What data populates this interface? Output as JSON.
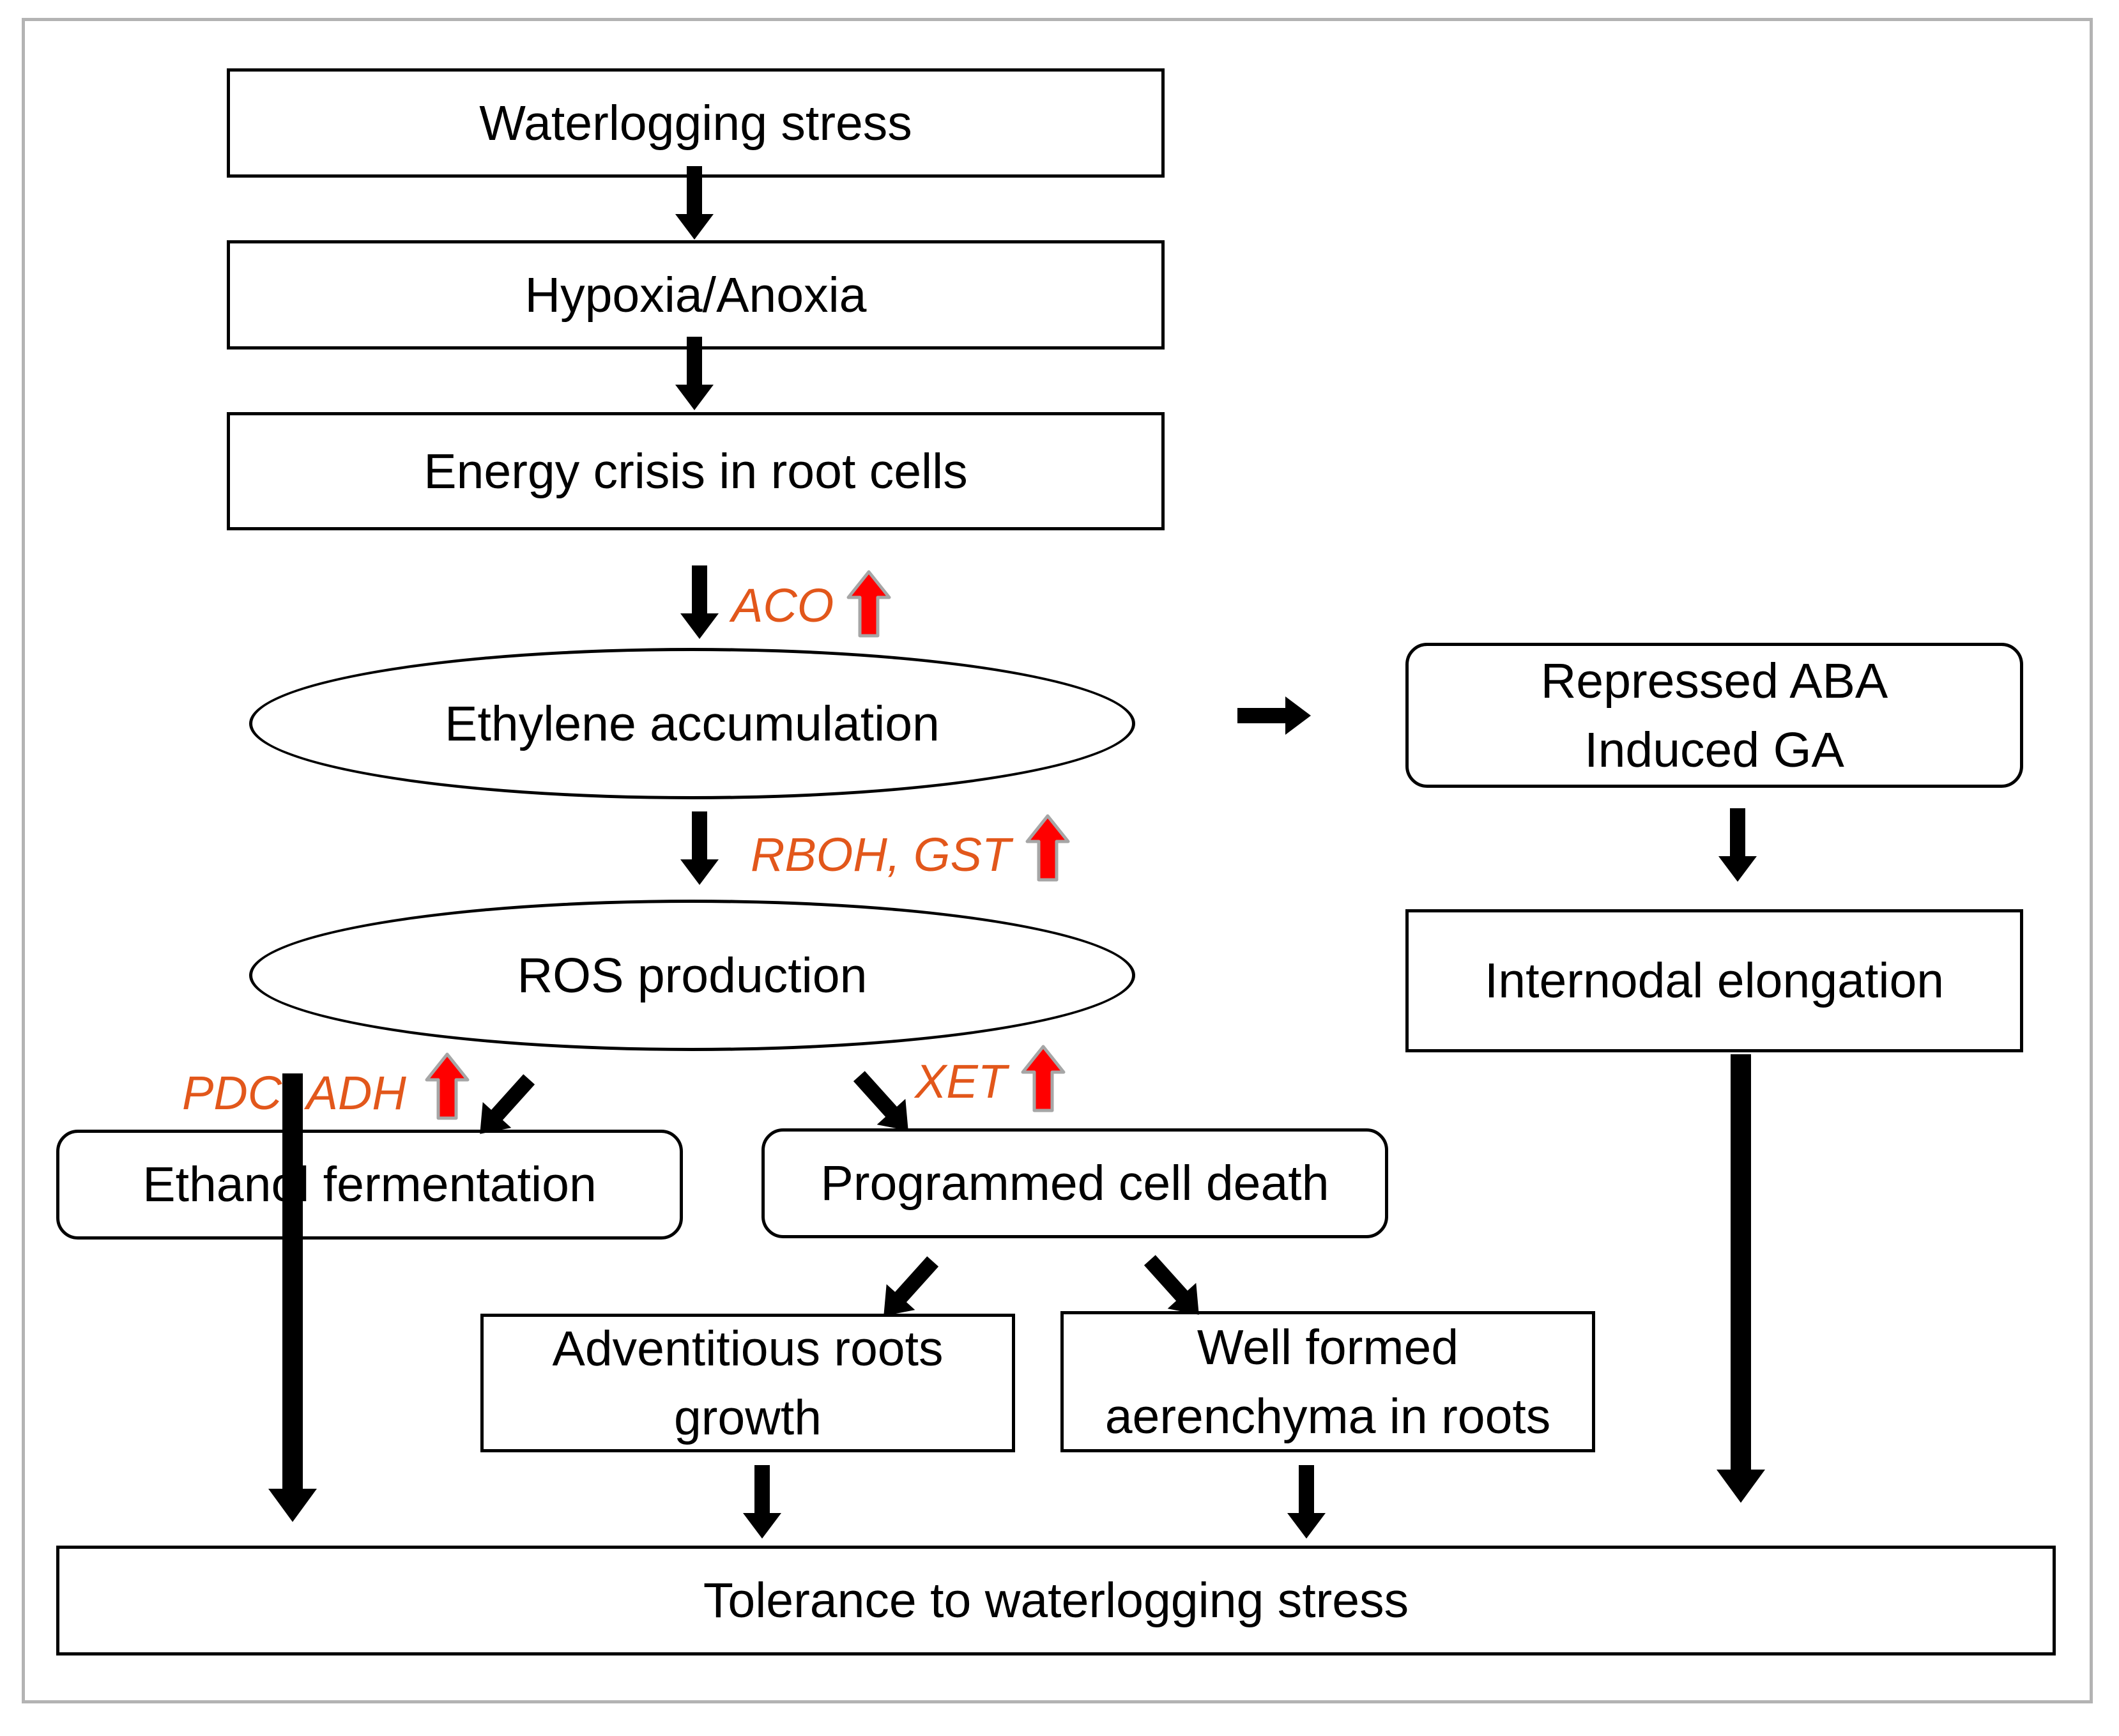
{
  "nodes": {
    "waterlogging_stress": "Waterlogging stress",
    "hypoxia_anoxia": "Hypoxia/Anoxia",
    "energy_crisis": "Energy crisis in root cells",
    "ethylene_accumulation": "Ethylene accumulation",
    "ros_production": "ROS production",
    "ethanol_fermentation": "Ethanol fermentation",
    "programmed_cell_death": "Programmed cell death",
    "adventitious_roots": [
      "Adventitious roots",
      "growth"
    ],
    "aerenchyma": [
      "Well formed",
      "aerenchyma in roots"
    ],
    "aba_ga": [
      "Repressed ABA",
      "Induced GA"
    ],
    "internodal_elongation": "Internodal elongation",
    "tolerance": "Tolerance to waterlogging stress"
  },
  "genes": {
    "aco": "ACO",
    "rboh_gst": "RBOH, GST",
    "pdc_adh": "PDC, ADH",
    "xet": "XET"
  },
  "colors": {
    "gene_text": "#e2571b",
    "upregulation_arrow": "#ff0000",
    "flow_arrow": "#000000",
    "frame": "#b3b3b3"
  }
}
